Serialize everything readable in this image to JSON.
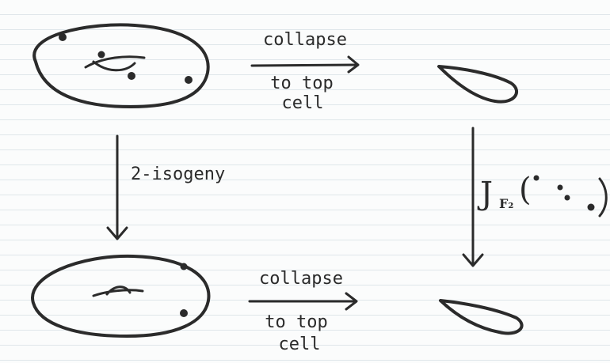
{
  "arrows": {
    "top_label_line1": "collapse",
    "top_label_line2": "to top",
    "top_label_line3": "cell",
    "left_label": "2-isogeny",
    "bottom_label_line1": "collapse",
    "bottom_label_line2": "to top",
    "bottom_label_line3": "cell",
    "right_label_symbol": "J",
    "right_label_subscript": "F₂",
    "right_label_paren": "("
  },
  "colors": {
    "ink": "#2b2b2b",
    "paper": "#fbfcfc",
    "rule": "#dfe6ea"
  }
}
